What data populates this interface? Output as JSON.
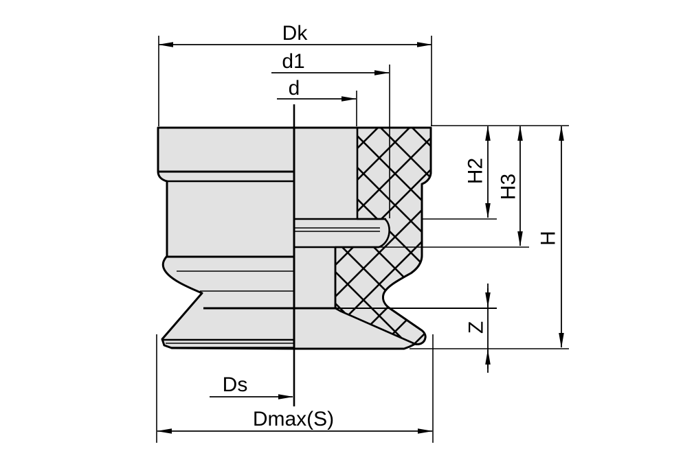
{
  "drawing": {
    "colors": {
      "background": "#ffffff",
      "part_fill": "#e2e2e2",
      "line": "#000000"
    },
    "labels": {
      "dk": "Dk",
      "d1": "d1",
      "d": "d",
      "h2": "H2",
      "h3": "H3",
      "h": "H",
      "z": "Z",
      "ds": "Ds",
      "dmax": "Dmax(S)"
    }
  }
}
